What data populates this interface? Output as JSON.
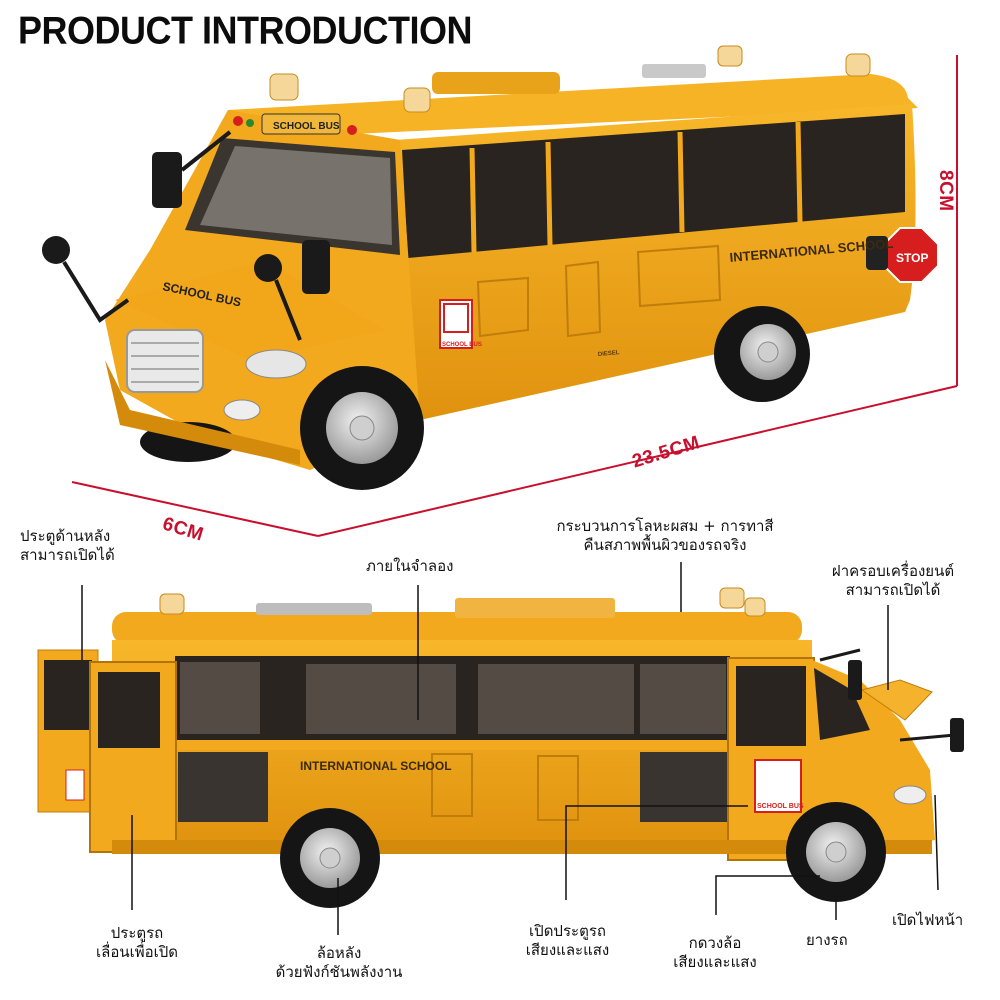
{
  "title": "PRODUCT INTRODUCTION",
  "dimensions": {
    "height": "8CM",
    "length": "23.5CM",
    "width": "6CM"
  },
  "bus_markings": {
    "header_sign": "SCHOOL BUS",
    "hood_text": "SCHOOL BUS",
    "side_text": "INTERNATIONAL SCHOOL",
    "side_text_view2": "INTERNATIONAL SCHOOL",
    "badge_text": "SCHOOL BUS",
    "badge_text_view2": "SCHOOL BUS",
    "fuel_label": "DIESEL",
    "stop_sign": "STOP"
  },
  "callouts": {
    "rear_door": "ประตูด้านหลัง\nสามารถเปิดได้",
    "interior": "ภายในจำลอง",
    "alloy_paint": "กระบวนการโลหะผสม + การทาสี\nคืนสภาพพื้นผิวของรถจริง",
    "engine_hood": "ฝาครอบเครื่องยนต์\nสามารถเปิดได้",
    "sliding_door": "ประตูรถ\nเลื่อนเพื่อเปิด",
    "rear_wheel": "ล้อหลัง\nด้วยฟังก์ชันพลังงาน",
    "door_sound": "เปิดประตูรถ\nเสียงและแสง",
    "wheel_press": "กดวงล้อ\nเสียงและแสง",
    "tire": "ยางรถ",
    "headlight": "เปิดไฟหน้า"
  },
  "colors": {
    "bus_yellow": "#f3a91d",
    "bus_dark_yellow": "#d98d0c",
    "dimension_red": "#c8102e",
    "window_dark": "#2a2420"
  }
}
